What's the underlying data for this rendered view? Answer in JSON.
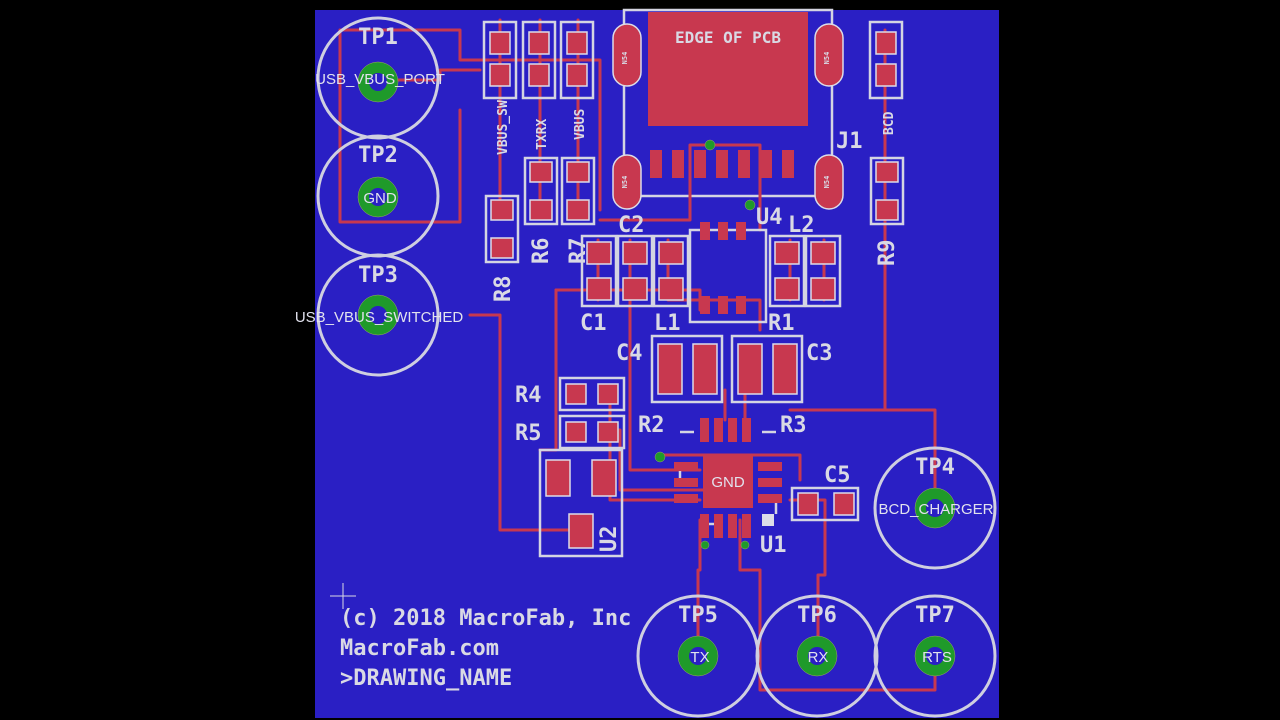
{
  "board": {
    "bg_color": "#2a1fc4",
    "copper_color": "#c8384f",
    "silk_color": "#d9d9e4",
    "edge_label": "EDGE OF PCB"
  },
  "designators": {
    "tp1": "TP1",
    "tp2": "TP2",
    "tp3": "TP3",
    "tp4": "TP4",
    "tp5": "TP5",
    "tp6": "TP6",
    "tp7": "TP7",
    "j1": "J1",
    "u1": "U1",
    "u2": "U2",
    "u4": "U4",
    "c1": "C1",
    "c2": "C2",
    "c3": "C3",
    "c4": "C4",
    "c5": "C5",
    "l1": "L1",
    "l2": "L2",
    "r1": "R1",
    "r2": "R2",
    "r3": "R3",
    "r4": "R4",
    "r5": "R5",
    "r6": "R6",
    "r7": "R7",
    "r8": "R8",
    "r9": "R9"
  },
  "jumpers": {
    "vbus_sw": "VBUS_SW",
    "txrx": "TXRX",
    "vbus": "VBUS",
    "bcd": "BCD"
  },
  "nets": {
    "usb_vbus_port": "USB_VBUS_PORT",
    "gnd_tp": "GND",
    "usb_vbus_switched": "USB_VBUS_SWITCHED",
    "gnd_u1": "GND",
    "bcd_charger": "BCD_CHARGER",
    "tx": "TX",
    "rx": "RX",
    "rts": "RTS"
  },
  "copyright": {
    "line1": "(c) 2018 MacroFab, Inc",
    "line2": "MacroFab.com",
    "line3": ">DRAWING_NAME"
  },
  "usb_tab": "N54"
}
